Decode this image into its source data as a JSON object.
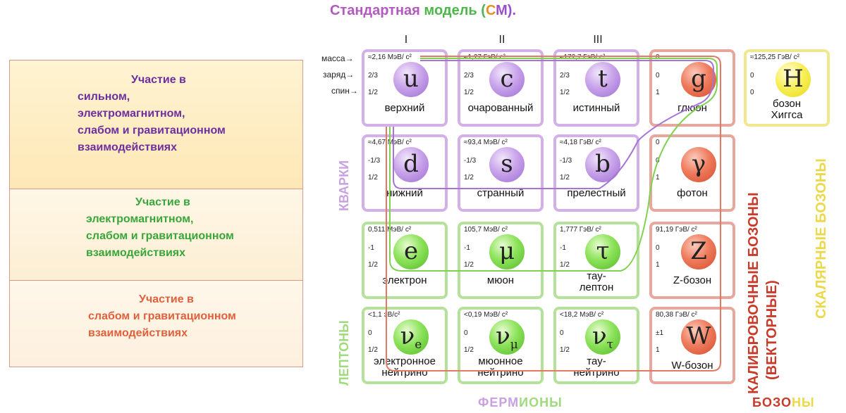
{
  "title": {
    "part1": "Стандартная ",
    "part2": "модель (",
    "part3": "С",
    "part4": "М)."
  },
  "generations": [
    "I",
    "II",
    "III"
  ],
  "row_labels": {
    "mass": "масса→",
    "charge": "заряд→",
    "spin": "спин→"
  },
  "legend": [
    {
      "lines": [
        "Участие в",
        "сильном,",
        "электромагнитном,",
        "слабом и гравитационном",
        "взаимодействиях"
      ],
      "color": "#6e2f9e"
    },
    {
      "lines": [
        "Участие в",
        "электромагнитном,",
        "слабом и гравитационном",
        "взаимодействиях"
      ],
      "color": "#3aa53a"
    },
    {
      "lines": [
        "Участие в",
        "слабом и гравитационном",
        "взаимодействиях"
      ],
      "color": "#e0603c"
    }
  ],
  "particles": [
    {
      "id": "up",
      "group": "quark",
      "mass": "≈2,16 МэВ/ c²",
      "charge": "2/3",
      "spin": "1/2",
      "symbol": "u",
      "sub": "",
      "name": "верхний"
    },
    {
      "id": "charm",
      "group": "quark",
      "mass": "≈1,27 ГэВ/ c²",
      "charge": "2/3",
      "spin": "1/2",
      "symbol": "c",
      "sub": "",
      "name": "очарованный"
    },
    {
      "id": "top",
      "group": "quark",
      "mass": "≈172,7 ГэВ/ c²",
      "charge": "2/3",
      "spin": "1/2",
      "symbol": "t",
      "sub": "",
      "name": "истинный"
    },
    {
      "id": "gluon",
      "group": "gauge",
      "mass": "0",
      "charge": "0",
      "spin": "1",
      "symbol": "g",
      "sub": "",
      "name": "глюон"
    },
    {
      "id": "higgs",
      "group": "scalar",
      "mass": "≈125,25 ГэВ/ c²",
      "charge": "0",
      "spin": "0",
      "symbol": "H",
      "sub": "",
      "name": "бозон\nХиггса"
    },
    {
      "id": "down",
      "group": "quark",
      "mass": "≈4,67 МэВ/ c²",
      "charge": "-1/3",
      "spin": "1/2",
      "symbol": "d",
      "sub": "",
      "name": "нижний"
    },
    {
      "id": "strange",
      "group": "quark",
      "mass": "≈93,4 МэВ/ c²",
      "charge": "-1/3",
      "spin": "1/2",
      "symbol": "s",
      "sub": "",
      "name": "странный"
    },
    {
      "id": "bottom",
      "group": "quark",
      "mass": "≈4,18 ГэВ/ c²",
      "charge": "-1/3",
      "spin": "1/2",
      "symbol": "b",
      "sub": "",
      "name": "прелестный"
    },
    {
      "id": "photon",
      "group": "gauge",
      "mass": "0",
      "charge": "0",
      "spin": "1",
      "symbol": "γ",
      "sub": "",
      "name": "фотон"
    },
    {
      "id": "electron",
      "group": "lepton",
      "mass": "0,511 МэВ/ c²",
      "charge": "-1",
      "spin": "1/2",
      "symbol": "e",
      "sub": "",
      "name": "электрон"
    },
    {
      "id": "muon",
      "group": "lepton",
      "mass": "105,7 МэВ/ c²",
      "charge": "-1",
      "spin": "1/2",
      "symbol": "μ",
      "sub": "",
      "name": "мюон"
    },
    {
      "id": "tau",
      "group": "lepton",
      "mass": "1,777 ГэВ/ c²",
      "charge": "-1",
      "spin": "1/2",
      "symbol": "τ",
      "sub": "",
      "name": "тау-\nлептон"
    },
    {
      "id": "zboson",
      "group": "gauge",
      "mass": "91,19 ГэВ/ c²",
      "charge": "0",
      "spin": "1",
      "symbol": "Z",
      "sub": "",
      "name": "Z-бозон"
    },
    {
      "id": "enu",
      "group": "lepton",
      "mass": "<1,1 эВ/c²",
      "charge": "0",
      "spin": "1/2",
      "symbol": "ν",
      "sub": "e",
      "name": "электронное\nнейтрино"
    },
    {
      "id": "munu",
      "group": "lepton",
      "mass": "<0,19 МэВ/ c²",
      "charge": "0",
      "spin": "1/2",
      "symbol": "ν",
      "sub": "μ",
      "name": "мюонное\nнейтрино"
    },
    {
      "id": "taunu",
      "group": "lepton",
      "mass": "<18,2 МэВ/ c²",
      "charge": "0",
      "spin": "1/2",
      "symbol": "ν",
      "sub": "τ",
      "name": "тау-\nнейтрино"
    },
    {
      "id": "wboson",
      "group": "gauge",
      "mass": "80,38 ГэВ/ c²",
      "charge": "±1",
      "spin": "1",
      "symbol": "W",
      "sub": "",
      "name": "W-бозон"
    }
  ],
  "group_labels": {
    "quarks": "КВАРКИ",
    "leptons": "ЛЕПТОНЫ",
    "gauge1": "КАЛИБРОВОЧНЫЕ БОЗОНЫ",
    "gauge2": "(ВЕКТОРНЫЕ)",
    "scalar": "СКАЛЯРНЫЕ БОЗОНЫ"
  },
  "bottom_labels": {
    "fermions_a": "ФЕРМ",
    "fermions_b": "ИОНЫ",
    "bosons_a": "БОЗО",
    "bosons_b": "НЫ"
  },
  "colors": {
    "quark": "#d3b1e8",
    "lepton": "#b5e29a",
    "gauge": "#e7a79c",
    "scalar": "#f1e78e",
    "purple_text": "#c9a0e0",
    "green_text": "#9fda7c",
    "red_text": "#c83a2a",
    "yellow_text": "#ecd94a"
  }
}
